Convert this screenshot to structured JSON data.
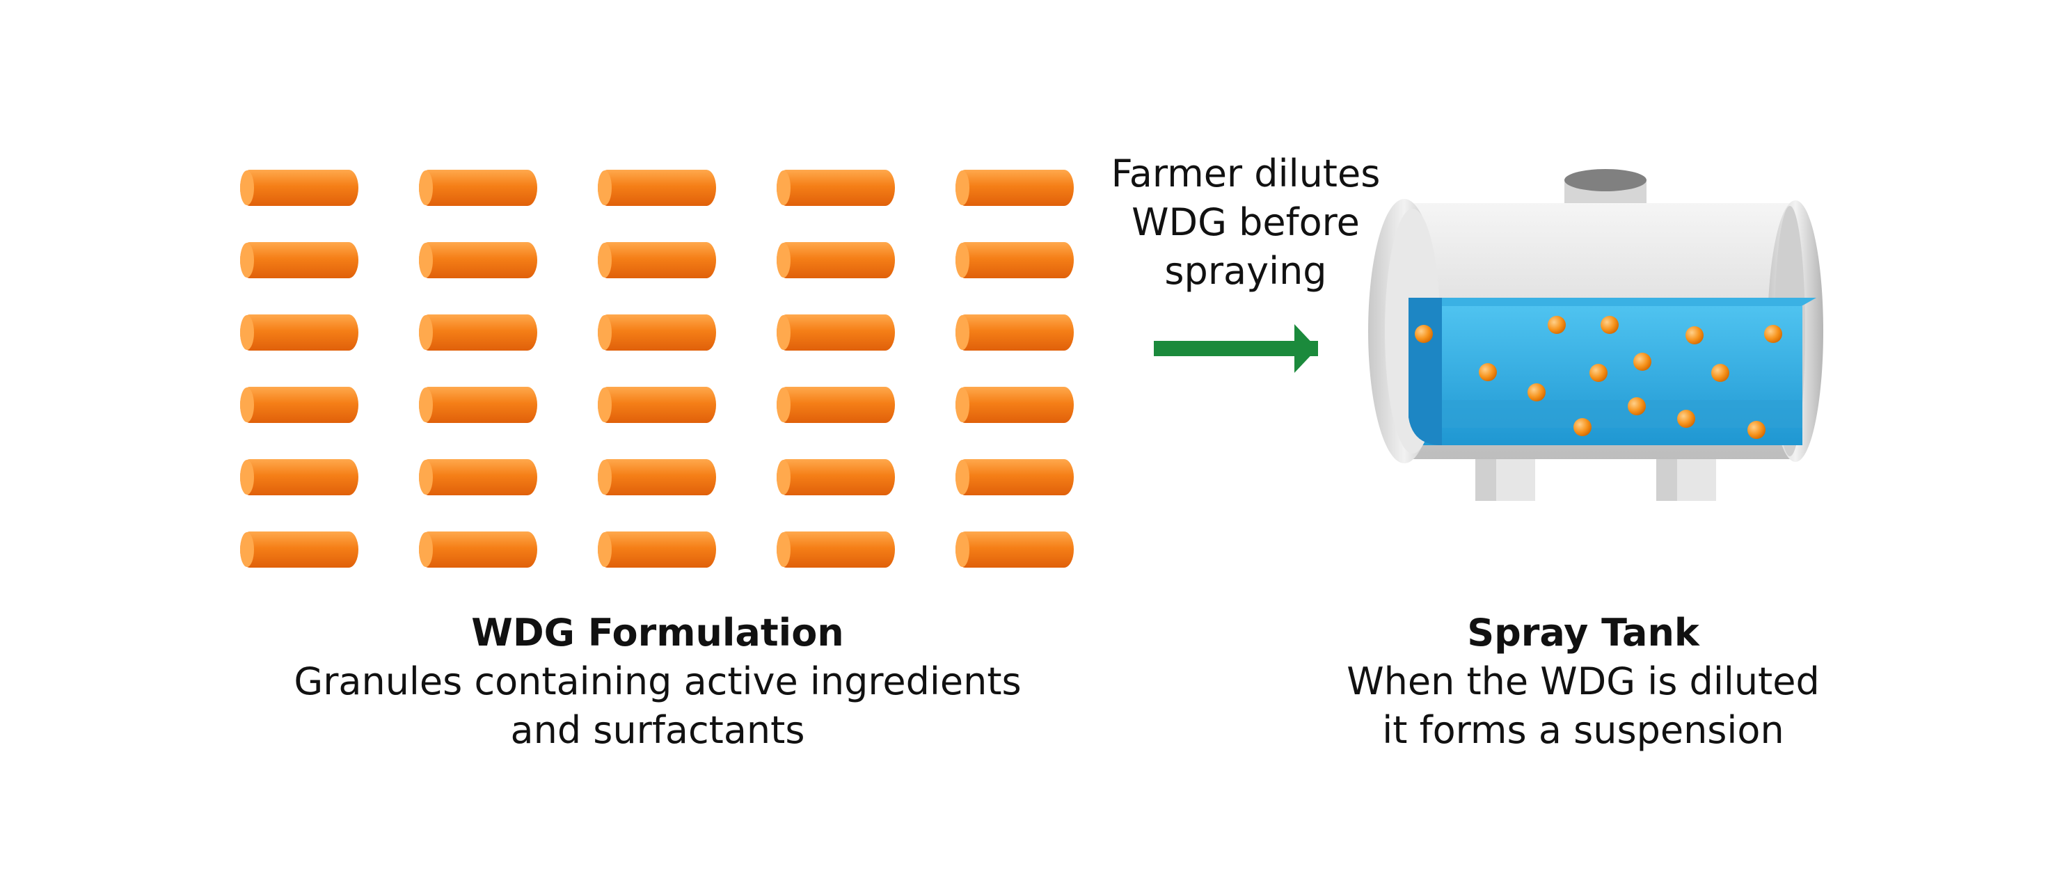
{
  "granules": {
    "rows": 6,
    "columns": 5,
    "color_main": "#f57f17",
    "color_highlight": "#ffa94d",
    "color_shade": "#e0600a"
  },
  "arrow": {
    "label_lines": [
      "Farmer dilutes",
      "WDG before",
      "spraying"
    ],
    "color": "#1b8a3c"
  },
  "left_caption": {
    "title": "WDG Formulation",
    "line1": "Granules containing active ingredients",
    "line2": "and surfactants"
  },
  "right_caption": {
    "title": "Spray Tank",
    "line1": "When the WDG is diluted",
    "line2": "it forms a suspension"
  },
  "tank": {
    "body_color": "#d9d9d9",
    "water_color": "#2aa6dc",
    "particle_color": "#f7941d"
  }
}
